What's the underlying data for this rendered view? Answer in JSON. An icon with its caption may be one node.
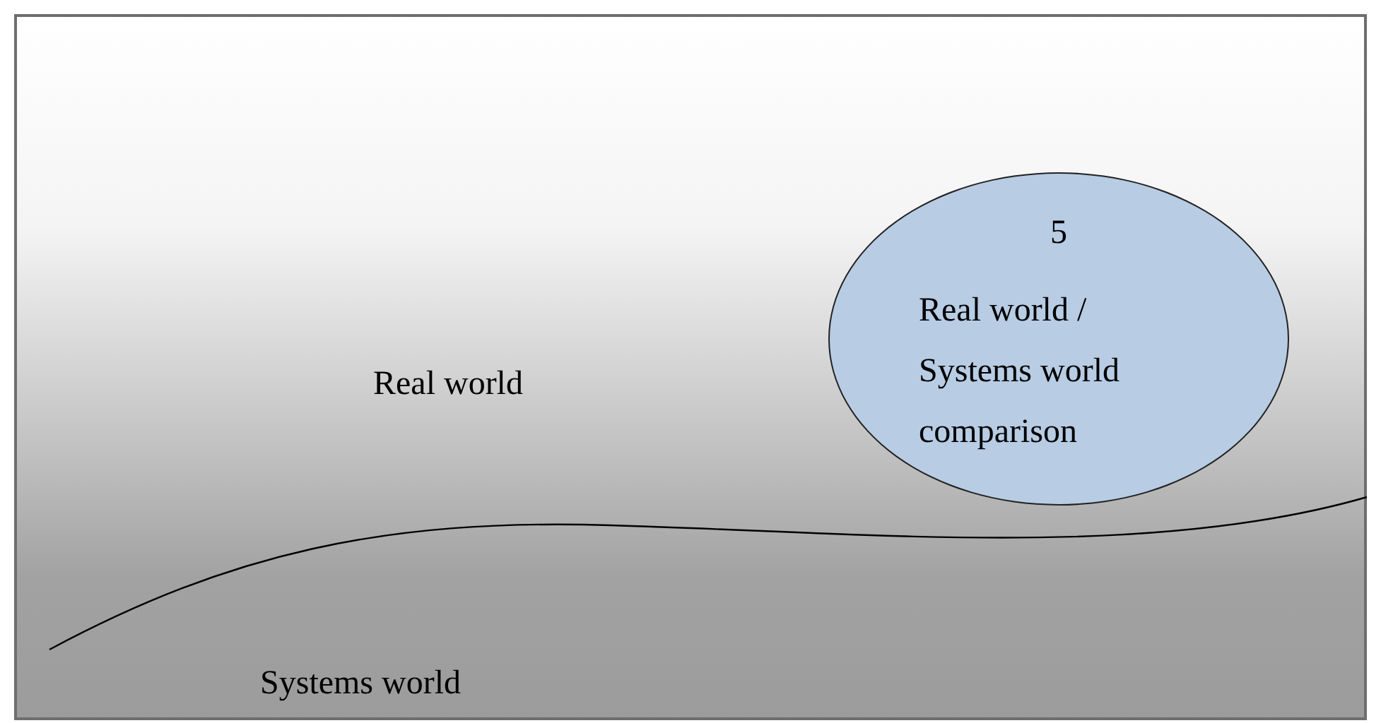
{
  "diagram": {
    "nodes": [
      {
        "text": [
          "Real world",
          "Systems world"
        ]
      },
      {
        "text": [
          "5",
          "Real world / Systems world comparison"
        ],
        "in": 0
      }
    ]
  }
}
